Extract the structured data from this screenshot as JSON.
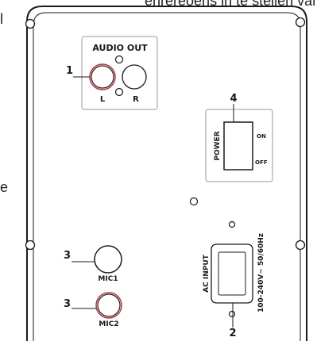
{
  "page_fragments": {
    "top_right": "ehrereoens in te stellen van",
    "left_top": "l",
    "left_mid": "e"
  },
  "audio_out": {
    "title": "AUDIO OUT",
    "left_label": "L",
    "right_label": "R",
    "callout": "1"
  },
  "power": {
    "title": "POWER",
    "on_label": "ON",
    "off_label": "OFF",
    "callout": "4"
  },
  "mic1": {
    "label": "MIC1",
    "callout": "3"
  },
  "mic2": {
    "label": "MIC2",
    "callout": "3"
  },
  "ac_input": {
    "title": "AC INPUT",
    "rating": "100-240V~ 50/60Hz",
    "callout": "2"
  },
  "colors": {
    "outline": "#1a1a1a",
    "highlight_ring": "#b5313d",
    "panel_box": "#9a9a9a"
  }
}
